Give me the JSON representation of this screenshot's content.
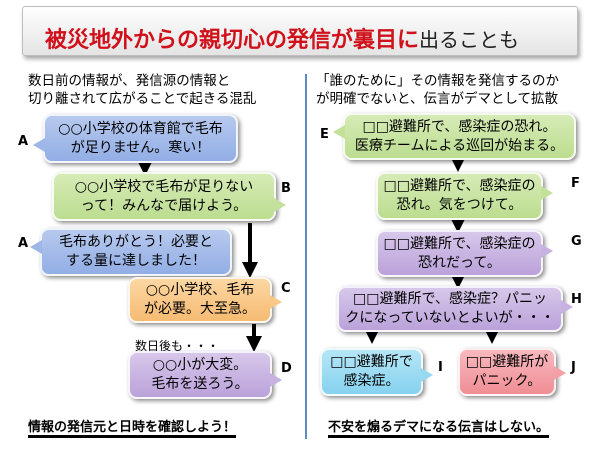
{
  "title": {
    "main": "被災地外からの親切心の発信が裏目に",
    "tail": "出ることも"
  },
  "left": {
    "header_line1": "数日前の情報が、発信源の情報と",
    "header_line2": "切り離されて広がることで起きる混乱",
    "bubbles": [
      {
        "label": "A",
        "line1": "○○小学校の体育館で毛布",
        "line2": "が足りません。寒い！"
      },
      {
        "label": "B",
        "line1": "○○小学校で毛布が足りない",
        "line2": "って！みんなで届けよう。"
      },
      {
        "label": "A",
        "line1": "毛布ありがとう！必要と",
        "line2": "する量に達しました！"
      },
      {
        "label": "C",
        "line1": "○○小学校、毛布",
        "line2": "が必要。大至急。"
      },
      {
        "label": "D",
        "line1": "○○小が大変。",
        "line2": "毛布を送ろう。"
      }
    ],
    "note": "数日後も・・・",
    "footer": "情報の発信元と日時を確認しよう！"
  },
  "right": {
    "header_line1": "「誰のために」その情報を発信するのか",
    "header_line2": "が明確でないと、伝言がデマとして拡散",
    "bubbles": [
      {
        "label": "E",
        "line1": "□□避難所で、感染症の恐れ。",
        "line2": "医療チームによる巡回が始まる。"
      },
      {
        "label": "F",
        "line1": "□□避難所で、感染症の",
        "line2": "恐れ。気をつけて。"
      },
      {
        "label": "G",
        "line1": "□□避難所で、感染症の",
        "line2": "恐れだって。"
      },
      {
        "label": "H",
        "line1": "□□避難所で、感染症？パニッ",
        "line2": "クになっていないとよいが・・・"
      },
      {
        "label": "I",
        "line1": "□□避難所で",
        "line2": "感染症。"
      },
      {
        "label": "J",
        "line1": "□□避難所が",
        "line2": "パニック。"
      }
    ],
    "footer": "不安を煽るデマになる伝言はしない。"
  },
  "colors": {
    "title_red": "#d0101a",
    "divider": "#5b8ac6",
    "blue": "#9fb6e8",
    "green": "#c4e19c",
    "orange": "#f9c886",
    "purple": "#c6b1e0",
    "cyan": "#98d9f2",
    "pink": "#f3a1a7"
  }
}
